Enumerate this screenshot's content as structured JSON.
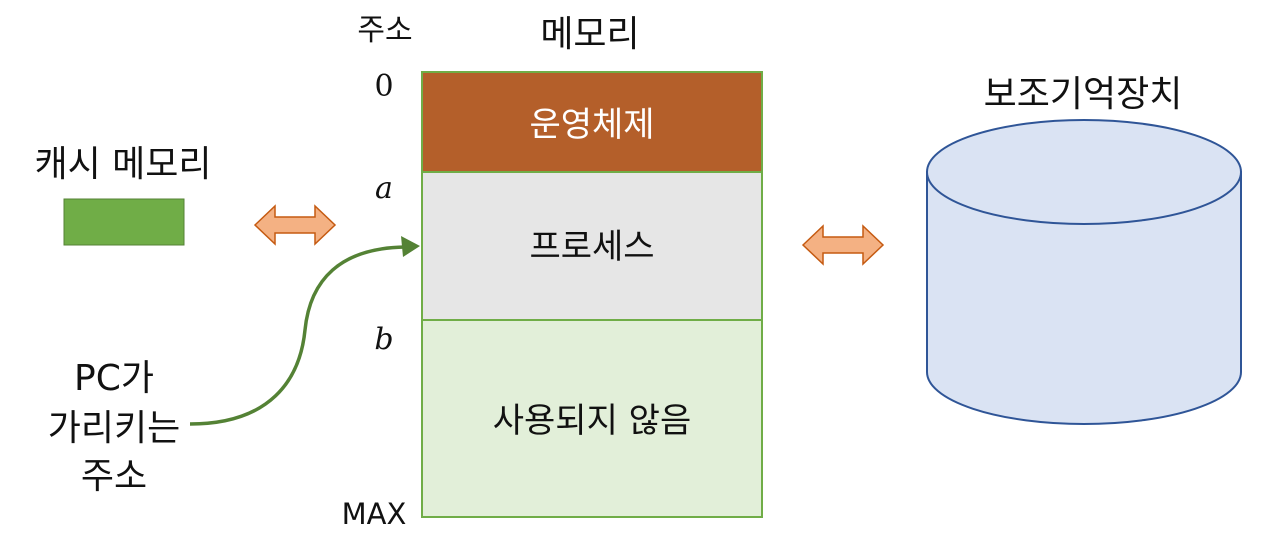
{
  "memory": {
    "address_header": "주소",
    "title": "메모리",
    "segments": [
      {
        "label": "운영체제",
        "fill": "#b45f2a",
        "text_color": "#ffffff"
      },
      {
        "label": "프로세스",
        "fill": "#e6e6e6",
        "text_color": "#111111"
      },
      {
        "label": "사용되지 않음",
        "fill": "#e2efd9",
        "text_color": "#111111"
      }
    ],
    "border_color": "#70ad47",
    "address_labels": [
      "0",
      "a",
      "b",
      "MAX"
    ]
  },
  "cache": {
    "label": "캐시 메모리",
    "fill": "#70ad47"
  },
  "storage": {
    "label": "보조기억장치",
    "fill": "#dae3f3",
    "stroke": "#2f5597"
  },
  "pc": {
    "label_lines": [
      "PC가",
      "가리키는",
      "주소"
    ],
    "arrow_color": "#548235"
  },
  "arrows": {
    "double_arrow_fill": "#f4b183",
    "double_arrow_stroke": "#c55a11"
  }
}
